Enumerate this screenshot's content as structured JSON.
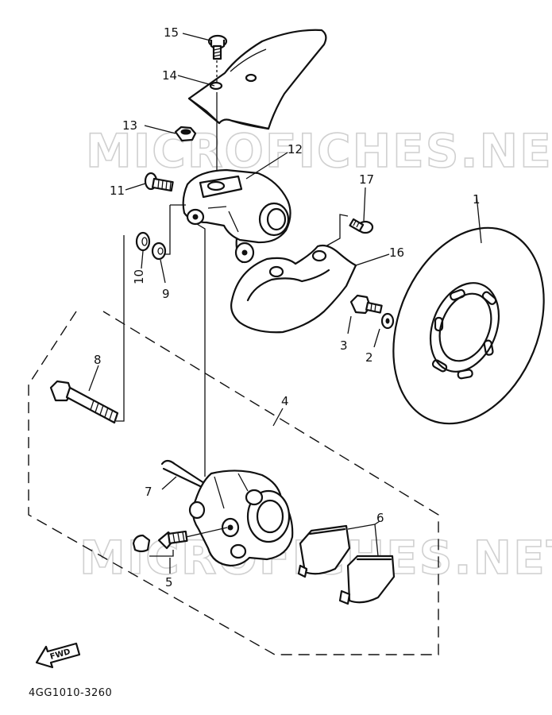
{
  "watermark": "MICROFICHES.NET",
  "diagram_code": "4GG1010-3260",
  "direction_label": "FWD",
  "callouts": {
    "c1": "1",
    "c2": "2",
    "c3": "3",
    "c4": "4",
    "c5": "5",
    "c6": "6",
    "c7": "7",
    "c8": "8",
    "c9": "9",
    "c10": "10",
    "c11": "11",
    "c12": "12",
    "c13": "13",
    "c14": "14",
    "c15": "15",
    "c16": "16",
    "c17": "17"
  }
}
